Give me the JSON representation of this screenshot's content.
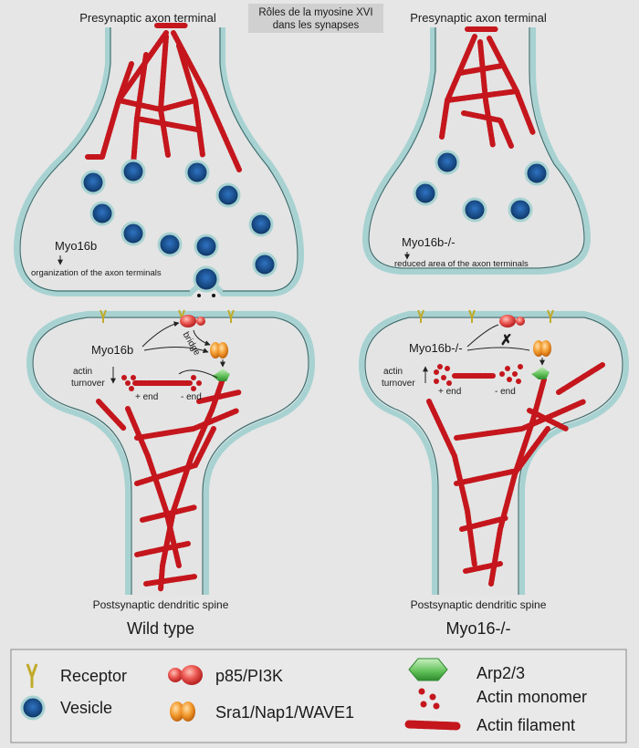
{
  "title_line1": "Rôles de la myosine XVI",
  "title_line2": "dans les synapses",
  "left": {
    "presynaptic_label": "Presynaptic axon terminal",
    "myo_label": "Myo16b",
    "axon_note": "organization of the axon terminals",
    "spine_myo_label": "Myo16b",
    "bridge_label": "bridge",
    "actin_label_1": "actin",
    "actin_label_2": "turnover",
    "plus_end": "+ end",
    "minus_end": "- end",
    "postsynaptic_label": "Postsynaptic dendritic spine",
    "condition": "Wild type"
  },
  "right": {
    "presynaptic_label": "Presynaptic axon terminal",
    "myo_label": "Myo16b-/-",
    "axon_note": "reduced area of the axon terminals",
    "spine_myo_label": "Myo16b-/-",
    "actin_label_1": "actin",
    "actin_label_2": "turnover",
    "plus_end": "+ end",
    "minus_end": "- end",
    "postsynaptic_label": "Postsynaptic dendritic spine",
    "condition": "Myo16-/-"
  },
  "legend": {
    "receptor": "Receptor",
    "vesicle": "Vesicle",
    "p85": "p85/PI3K",
    "sra1": "Sra1/Nap1/WAVE1",
    "arp": "Arp2/3",
    "actin_monomer": "Actin monomer",
    "actin_filament": "Actin filament"
  },
  "colors": {
    "membrane": "#a8d2d2",
    "actin": "#c4161c",
    "vesicle": "#1c4f8a",
    "p85": "#e23d3d",
    "sra1": "#f08a24",
    "arp": "#4cae4c",
    "receptor": "#e8d24a"
  }
}
